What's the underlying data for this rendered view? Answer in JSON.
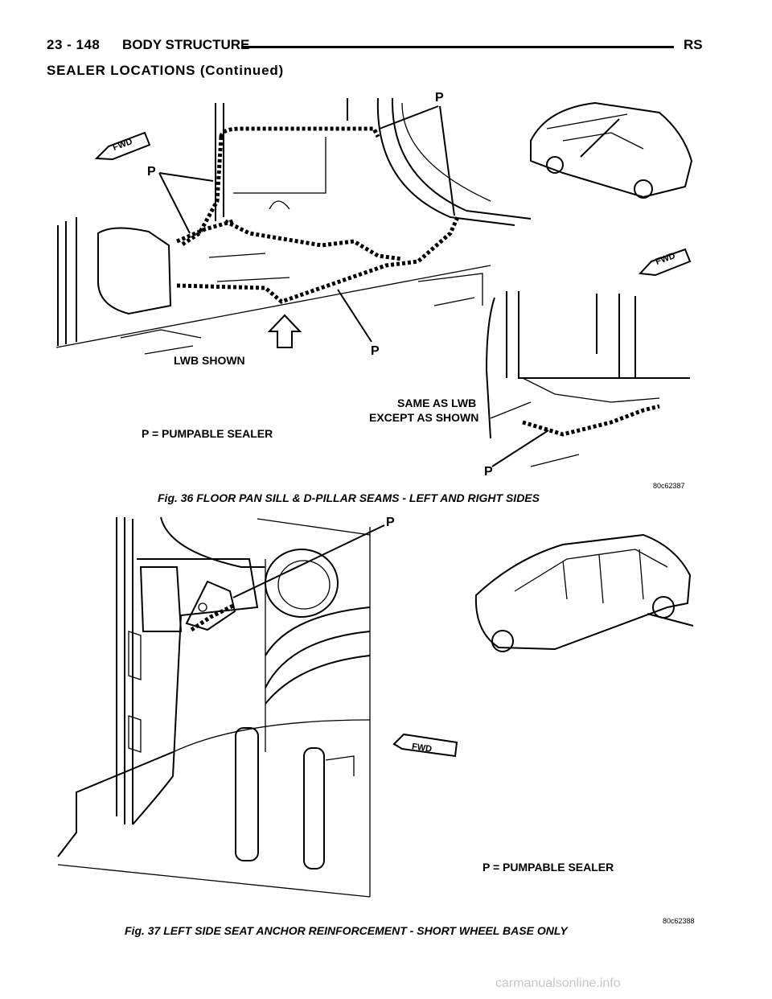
{
  "header": {
    "page_number": "23 - 148",
    "section": "BODY STRUCTURE",
    "code": "RS"
  },
  "subsection_title": "SEALER LOCATIONS (Continued)",
  "figure36": {
    "caption": "Fig. 36 FLOOR PAN SILL & D-PILLAR SEAMS - LEFT AND RIGHT SIDES",
    "labels": {
      "fwd_left": "FWD",
      "fwd_right": "FWD",
      "p_top": "P",
      "p_left": "P",
      "p_bottom": "P",
      "p_inset": "P",
      "lwb": "LWB SHOWN",
      "same_as": "SAME AS LWB",
      "except": "EXCEPT AS SHOWN",
      "legend": "P = PUMPABLE SEALER",
      "code": "80c62387"
    }
  },
  "figure37": {
    "caption": "Fig. 37 LEFT SIDE SEAT ANCHOR REINFORCEMENT - SHORT WHEEL BASE ONLY",
    "labels": {
      "p": "P",
      "fwd": "FWD",
      "legend": "P = PUMPABLE SEALER",
      "code": "80c62388"
    }
  },
  "watermark": "carmanualsonline.info"
}
